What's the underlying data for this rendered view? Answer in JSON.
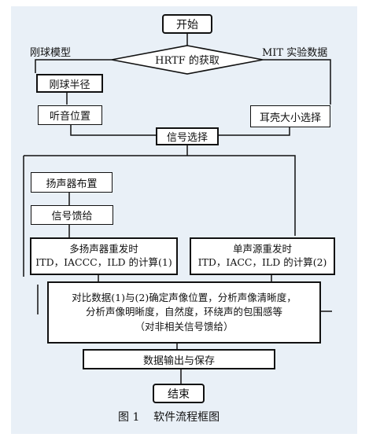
{
  "nodes": {
    "start": "开始",
    "decision": "HRTF 的获取",
    "rigid_model": "刚球模型",
    "mit_data": "MIT 实验数据",
    "radius": "刚球半径",
    "listen_pos": "听音位置",
    "ear_size": "耳壳大小选择",
    "signal_select": "信号选择",
    "speaker_layout": "扬声器布置",
    "signal_feed": "信号馈给",
    "multi_line1": "多扬声器重发时",
    "multi_line2": "ITD，IACCC，ILD 的计算(1)",
    "single_line1": "单声源重发时",
    "single_line2": "ITD，IACC，ILD 的计算(2)",
    "compare_line1": "对比数据(1)与(2)确定声像位置，分析声像清晰度，",
    "compare_line2": "分析声像明晰度，自然度，环绕声的包围感等",
    "compare_line3": "（对非相关信号馈给）",
    "output": "数据输出与保存",
    "end": "结束"
  },
  "caption": "图 1    软件流程框图"
}
